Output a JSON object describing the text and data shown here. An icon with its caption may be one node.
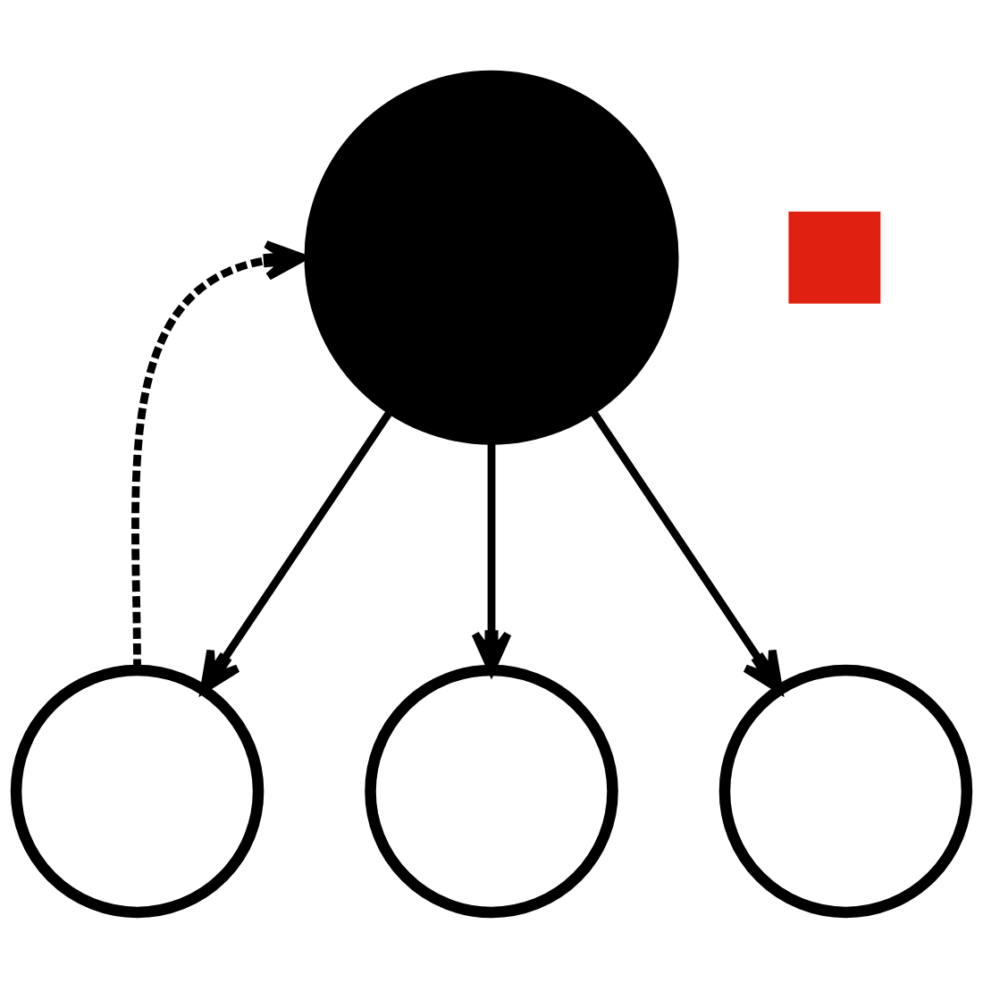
{
  "diagram": {
    "nodes": [
      {
        "text": [],
        "shape": "circle"
      },
      {
        "text": [],
        "shape": "box"
      },
      {
        "text": [],
        "shape": "circle"
      },
      {
        "text": [],
        "shape": "circle"
      },
      {
        "text": [],
        "shape": "circle"
      }
    ],
    "edges": [
      {
        "from": 0,
        "to": 2,
        "arrow": "to"
      },
      {
        "from": 0,
        "to": 3,
        "arrow": "to"
      },
      {
        "from": 0,
        "to": 4,
        "arrow": "to"
      },
      {
        "from": 2,
        "to": 0,
        "arrow": "to",
        "style": "dashed"
      }
    ]
  }
}
